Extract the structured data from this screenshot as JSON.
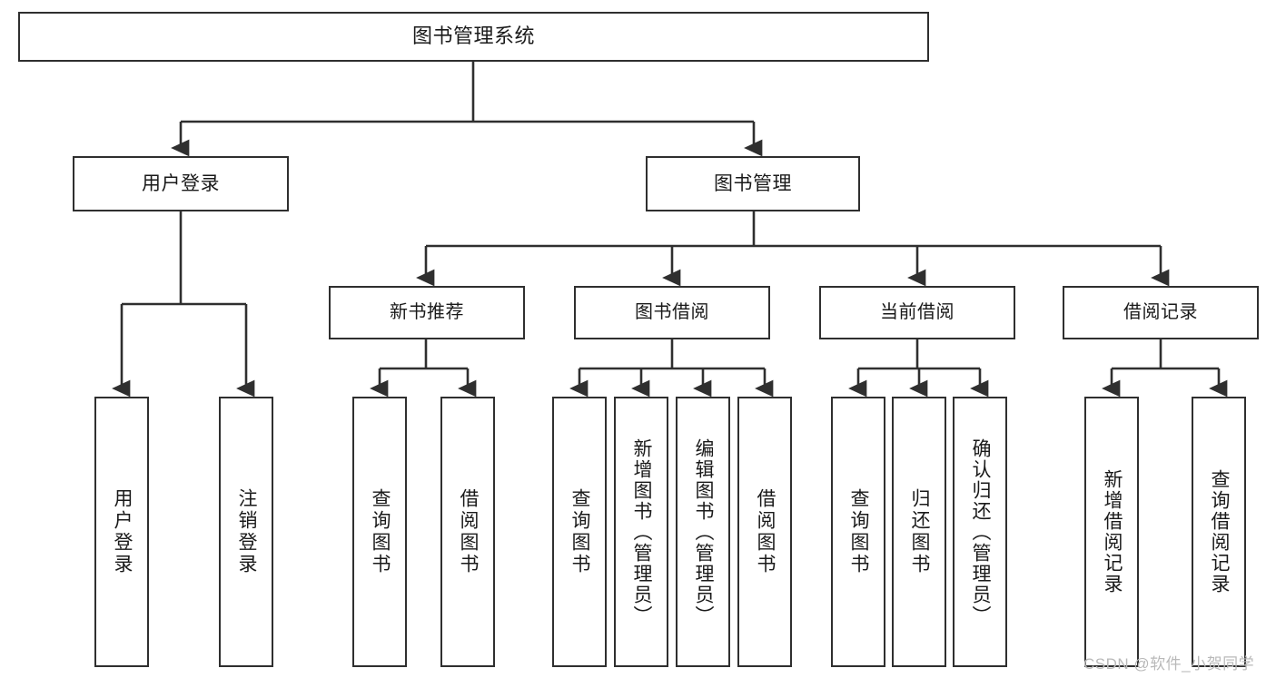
{
  "diagram": {
    "type": "tree-hierarchy-chart",
    "title": "图书管理系统",
    "background_color": "#ffffff",
    "box_border_color": "#2f2f2f",
    "connector_color": "#2f2f2f",
    "text_color": "#1a1a1a",
    "root": {
      "label": "图书管理系统"
    },
    "branches": [
      {
        "id": "user-login",
        "label": "用户登录",
        "children": [
          {
            "id": "user-login-do",
            "label": "用户登录"
          },
          {
            "id": "user-logout",
            "label": "注销登录"
          }
        ]
      },
      {
        "id": "book-manage",
        "label": "图书管理",
        "children": [
          {
            "id": "new-book-recommend",
            "label": "新书推荐",
            "children": [
              {
                "id": "nbr-query-book",
                "label": "查询图书"
              },
              {
                "id": "nbr-borrow-book",
                "label": "借阅图书"
              }
            ]
          },
          {
            "id": "book-borrow",
            "label": "图书借阅",
            "children": [
              {
                "id": "bb-query-book",
                "label": "查询图书"
              },
              {
                "id": "bb-add-book",
                "label": "新增图书（管理员）"
              },
              {
                "id": "bb-edit-book",
                "label": "编辑图书（管理员）"
              },
              {
                "id": "bb-borrow-book",
                "label": "借阅图书"
              }
            ]
          },
          {
            "id": "current-borrow",
            "label": "当前借阅",
            "children": [
              {
                "id": "cb-query-book",
                "label": "查询图书"
              },
              {
                "id": "cb-return-book",
                "label": "归还图书"
              },
              {
                "id": "cb-confirm-return",
                "label": "确认归还（管理员）"
              }
            ]
          },
          {
            "id": "borrow-record",
            "label": "借阅记录",
            "children": [
              {
                "id": "br-add-record",
                "label": "新增借阅记录"
              },
              {
                "id": "br-query-record",
                "label": "查询借阅记录"
              }
            ]
          }
        ]
      }
    ]
  },
  "watermark": {
    "text": "CSDN @软件_小贺同学"
  }
}
